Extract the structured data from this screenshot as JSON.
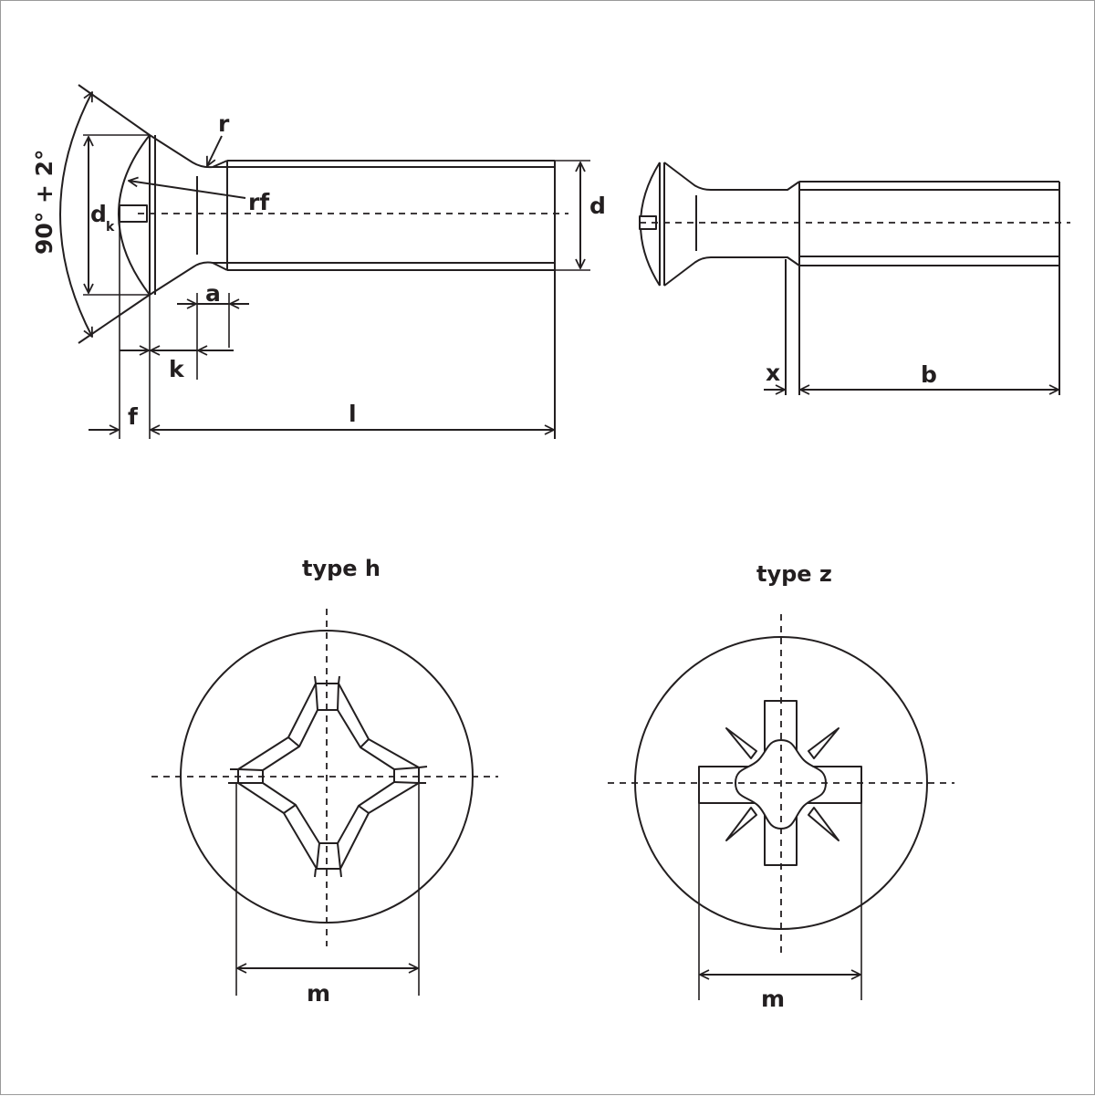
{
  "side_view": {
    "angle_label": "90° + 2°",
    "dk_label": "d",
    "dk_subscript": "k",
    "r_label": "r",
    "rf_label": "rf",
    "d_label": "d",
    "a_label": "a",
    "k_label": "k",
    "f_label": "f",
    "l_label": "l"
  },
  "thread_view": {
    "x_label": "x",
    "b_label": "b"
  },
  "recess_h": {
    "title": "type h",
    "m_label": "m"
  },
  "recess_z": {
    "title": "type z",
    "m_label": "m"
  }
}
